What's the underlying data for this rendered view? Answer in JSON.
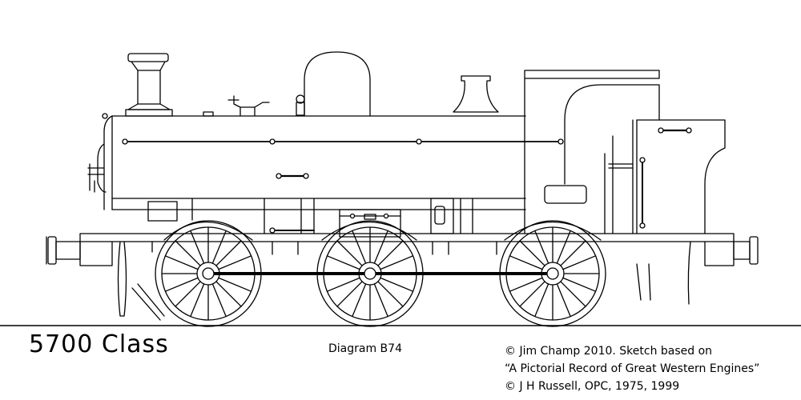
{
  "title": "5700 Class",
  "diagram_label": "Diagram B74",
  "credits": [
    "© Jim Champ 2010. Sketch based on",
    "“A Pictorial Record of Great Western Engines”",
    "© J H Russell, OPC, 1975, 1999"
  ]
}
